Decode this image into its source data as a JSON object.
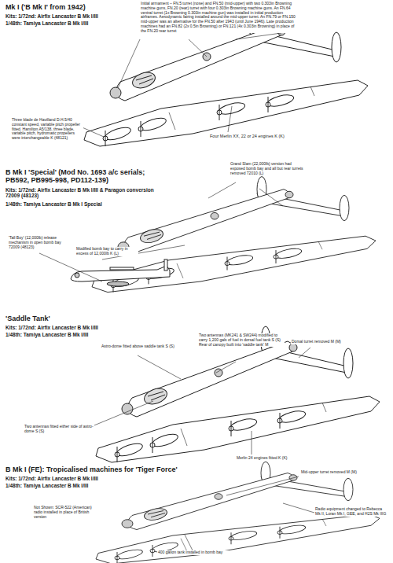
{
  "diagram": {
    "labels": [
      "Mk I ('B Mk I' from 1942)",
      "Kits: 1/72nd: Airfix Lancaster B Mk I/III",
      "1/48th: Tamiya Lancaster B Mk I/III",
      "Initial armament – FN.5 turret (nose) and FN.50 (mid-upper) with two 0.303in Browning machine guns, FN.20 (rear) turret with four 0.303in Browning machine guns. An FN.64 ventral turret (1x Browning 0.303in machine gun) was installed in initial production airframes. Aerodynamic fairing installed around the mid-upper turret. An FN.79 or FN.150 mid-upper was an alternative for the FN.50 after 1943 (until June 1946). Late production machines had an FN.82 (2x 0.5in Browning) or FN.121 (4x 0.303in Browning) in place of the FN.20 rear turret",
      "Three blade de Havilland D.H.5/40 constant speed, variable pitch propeller fitted. Hamilton A5/138, three blade, variable pitch, hydromatic propellers were interchangeable K (48121)",
      "Four Merlin XX, 22 or 24 engines K (K)",
      "B Mk I 'Special' (Mod No. 1693 a/c serials; PB592, PB995-998, PD112-139)",
      "Kits: 1/72nd: Airfix Lancaster B Mk I/III & Paragon conversion 72009 (48123)",
      "1/48th: Tamiya Lancaster B Mk I Special",
      "Grand Slam (22,000lb) version had exposed bomb bay and all but rear turrets removed 72010 (L)",
      "'Tall Boy' (12,000lb) release mechanism in open bomb bay 72009 (48123)",
      "Modified bomb bay to carry in excess of 12,000lb K (L)",
      "'Saddle Tank'",
      "Kits: 1/72nd: Airfix Lancaster B Mk I/III",
      "1/48th: Tamiya Lancaster B Mk I/III",
      "Astro-dome fitted above saddle tank S (S)",
      "Two antennas (MK241 & SW244) modified to carry 1,200 gals of fuel in dorsal fuel tank S (S) Rear of canopy built into 'saddle tank' M",
      "Dorsal turret removed M (M)",
      "Two antennas fitted either side of astro-dome S (S)",
      "Merlin 24 engines fitted K (K)",
      "B Mk I (FE): Tropicalised machines for 'Tiger Force'",
      "Kits: 1/72nd: Airfix Lancaster B Mk I/III",
      "1/48th: Tamiya Lancaster B Mk I/III",
      "Not Shown: SCR-522 (American) radio installed in place of British version",
      "Mid-upper turret removed M (M)",
      "Radio equipment changed to Rebecca Mk II, Loran Mk I, GEE, and H2S Mk IIIG",
      "400 gallon tank installed in bomb bay"
    ]
  }
}
